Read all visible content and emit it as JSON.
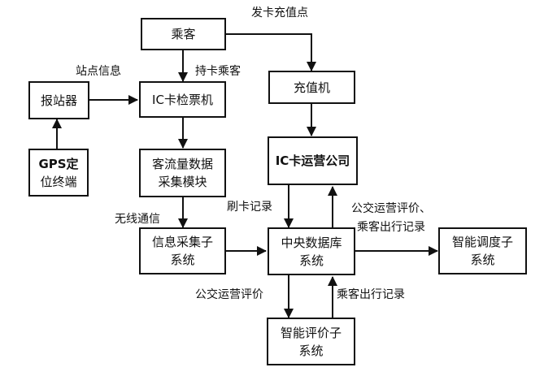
{
  "diagram": {
    "nodes": {
      "passenger": "乘客",
      "station_announcer": "报站器",
      "ic_ticket_checker": "IC卡检票机",
      "gps_terminal_line1": "GPS定",
      "gps_terminal_line2": "位终端",
      "passenger_flow_module_line1": "客流量数据",
      "passenger_flow_module_line2": "采集模块",
      "info_collection_line1": "信息采集子",
      "info_collection_line2": "系统",
      "recharge_machine": "充值机",
      "ic_card_company": "IC卡运营公司",
      "central_db_line1": "中央数据库",
      "central_db_line2": "系统",
      "smart_dispatch_line1": "智能调度子",
      "smart_dispatch_line2": "系统",
      "smart_evaluation_line1": "智能评价子",
      "smart_evaluation_line2": "系统"
    },
    "edge_labels": {
      "card_issue_point": "发卡充值点",
      "station_info": "站点信息",
      "card_holding_passenger": "持卡乘客",
      "wireless_comm": "无线通信",
      "card_swipe_record": "刷卡记录",
      "bus_eval_and_trips_line1": "公交运营评价、",
      "bus_eval_and_trips_line2": "乘客出行记录",
      "bus_operation_eval": "公交运营评价",
      "passenger_trip_record": "乘客出行记录"
    },
    "edges": [
      {
        "from": "passenger",
        "to": "ic_ticket_checker",
        "label": "持卡乘客"
      },
      {
        "from": "passenger",
        "to": "recharge_machine",
        "label": "发卡充值点"
      },
      {
        "from": "station_announcer",
        "to": "ic_ticket_checker",
        "label": "站点信息"
      },
      {
        "from": "gps_terminal",
        "to": "station_announcer",
        "label": ""
      },
      {
        "from": "ic_ticket_checker",
        "to": "passenger_flow_module",
        "label": ""
      },
      {
        "from": "passenger_flow_module",
        "to": "info_collection",
        "label": "无线通信"
      },
      {
        "from": "info_collection",
        "to": "central_db",
        "label": ""
      },
      {
        "from": "recharge_machine",
        "to": "ic_card_company",
        "label": ""
      },
      {
        "from": "ic_card_company",
        "to": "central_db",
        "label": "刷卡记录"
      },
      {
        "from": "central_db",
        "to": "ic_card_company",
        "label": "公交运营评价、乘客出行记录"
      },
      {
        "from": "central_db",
        "to": "smart_dispatch",
        "label": ""
      },
      {
        "from": "central_db",
        "to": "smart_evaluation",
        "label": "公交运营评价"
      },
      {
        "from": "smart_evaluation",
        "to": "central_db",
        "label": "乘客出行记录"
      }
    ]
  }
}
